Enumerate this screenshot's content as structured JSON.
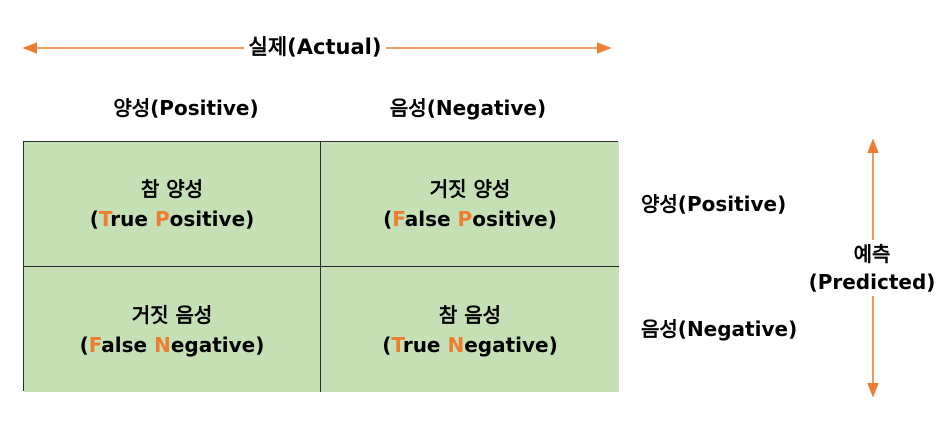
{
  "colors": {
    "cell_fill": "#c5e0b4",
    "border": "#2b2b2b",
    "accent": "#ed7d31",
    "text": "#000000"
  },
  "actual": {
    "title": "실제(Actual)"
  },
  "columns": {
    "positive": "양성(Positive)",
    "negative": "음성(Negative)"
  },
  "predicted": {
    "title_line1": "예측",
    "title_line2": "(Predicted)"
  },
  "rows": {
    "positive": "양성(Positive)",
    "negative": "음성(Negative)"
  },
  "cells": {
    "tp": {
      "korean": "참 양성",
      "open": "(",
      "w1_initial": "T",
      "w1_rest": "rue ",
      "w2_initial": "P",
      "w2_rest": "ositive)"
    },
    "fp": {
      "korean": "거짓 양성",
      "open": "(",
      "w1_initial": "F",
      "w1_rest": "alse ",
      "w2_initial": "P",
      "w2_rest": "ositive)"
    },
    "fn": {
      "korean": "거짓 음성",
      "open": "(",
      "w1_initial": "F",
      "w1_rest": "alse ",
      "w2_initial": "N",
      "w2_rest": "egative)"
    },
    "tn": {
      "korean": "참 음성",
      "open": "(",
      "w1_initial": "T",
      "w1_rest": "rue ",
      "w2_initial": "N",
      "w2_rest": "egative)"
    }
  }
}
